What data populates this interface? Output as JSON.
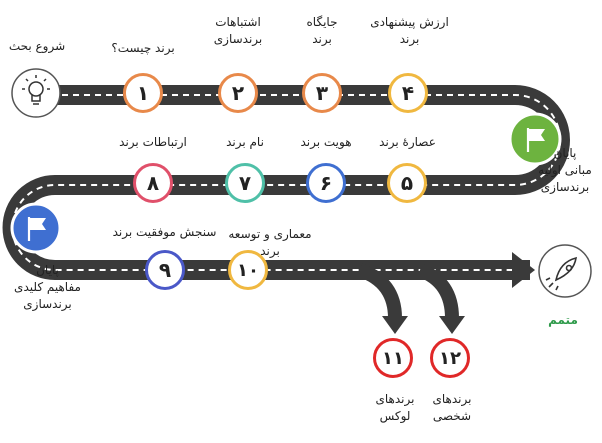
{
  "start_label": "شروع بحث",
  "brand_logo_text": "متمم",
  "milestones": [
    {
      "label": "پایان\nمبانی اولیه\nبرندسازی",
      "flag_color": "#6db33f"
    },
    {
      "label": "پایان\nمفاهیم کلیدی\nبرندسازی",
      "flag_color": "#3f6fd1"
    }
  ],
  "steps": [
    {
      "num": "۱",
      "label": "برند چیست؟",
      "color": "#e8894a"
    },
    {
      "num": "۲",
      "label": "اشتباهات\nبرندسازی",
      "color": "#e8894a"
    },
    {
      "num": "۳",
      "label": "جایگاه\nبرند",
      "color": "#e8894a"
    },
    {
      "num": "۴",
      "label": "ارزش پیشنهادی\nبرند",
      "color": "#f0b840"
    },
    {
      "num": "۵",
      "label": "عصارهٔ برند",
      "color": "#f0b840"
    },
    {
      "num": "۶",
      "label": "هویت برند",
      "color": "#3f6fd1"
    },
    {
      "num": "۷",
      "label": "نام برند",
      "color": "#4fc0a8"
    },
    {
      "num": "۸",
      "label": "ارتباطات برند",
      "color": "#e0506a"
    },
    {
      "num": "۹",
      "label": "سنجش موفقیت برند",
      "color": "#4a58c8"
    },
    {
      "num": "۱۰",
      "label": "معماری و توسعه\nبرند",
      "color": "#f0b840"
    },
    {
      "num": "۱۱",
      "label": "برندهای\nلوکس",
      "color": "#e02828"
    },
    {
      "num": "۱۲",
      "label": "برندهای\nشخصی",
      "color": "#e02828"
    }
  ],
  "icons": [
    "lightbulb-icon",
    "rocket-icon",
    "flag-icon"
  ],
  "colors": {
    "road": "#3a3a3a",
    "dash": "#ffffff",
    "brand_logo": "#2e9a4a"
  }
}
